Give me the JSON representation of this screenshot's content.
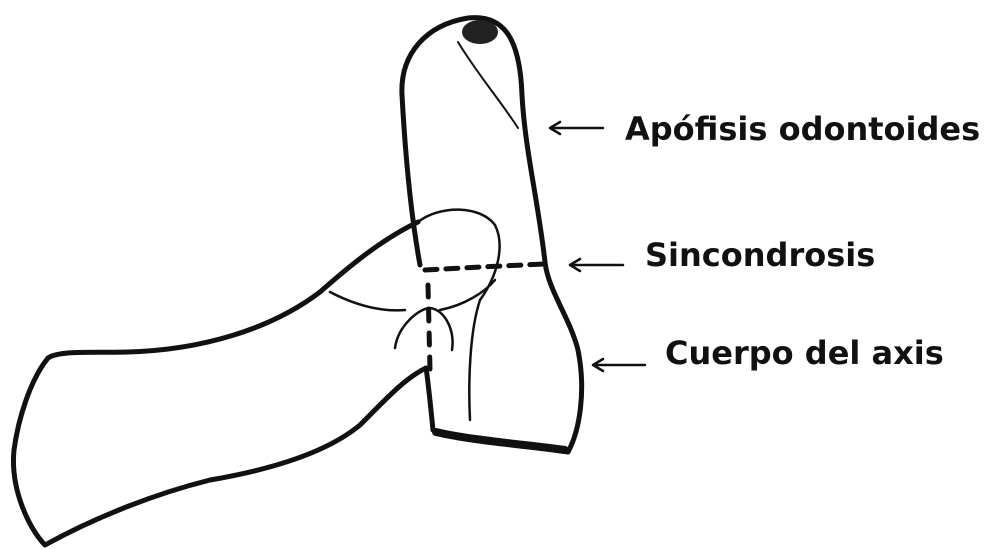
{
  "labels": {
    "odontoid": "Apófisis odontoides",
    "synchondrosis": "Sincondrosis",
    "body": "Cuerpo del axis"
  },
  "colors": {
    "ink": "#111111",
    "background": "#ffffff"
  }
}
